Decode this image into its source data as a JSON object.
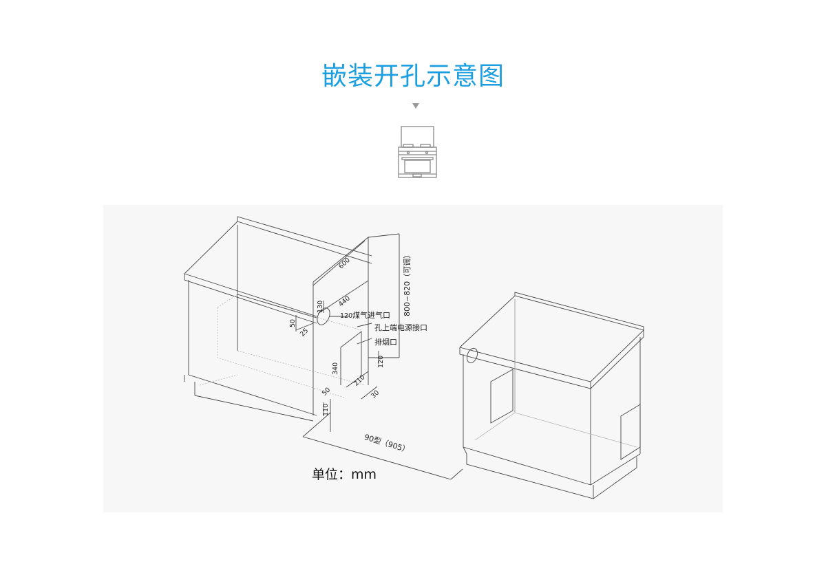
{
  "title": "嵌装开孔示意图",
  "labels": {
    "gas_inlet": "煤气进气口",
    "power_port": "孔上端电源接口",
    "exhaust": "排烟口",
    "height_range": "800~820（可调）",
    "width_type": "90型（905）",
    "unit": "单位：mm"
  },
  "dimensions": {
    "d600": "600",
    "d440": "440",
    "d130": "130",
    "d120a": "120",
    "d50a": "50",
    "d25": "25",
    "d340": "340",
    "d210": "210",
    "d120b": "120",
    "d30": "30",
    "d50b": "50",
    "d110": "110"
  },
  "colors": {
    "title": "#1c9fe0",
    "panel": "#f7f7f7",
    "line": "#444444"
  }
}
